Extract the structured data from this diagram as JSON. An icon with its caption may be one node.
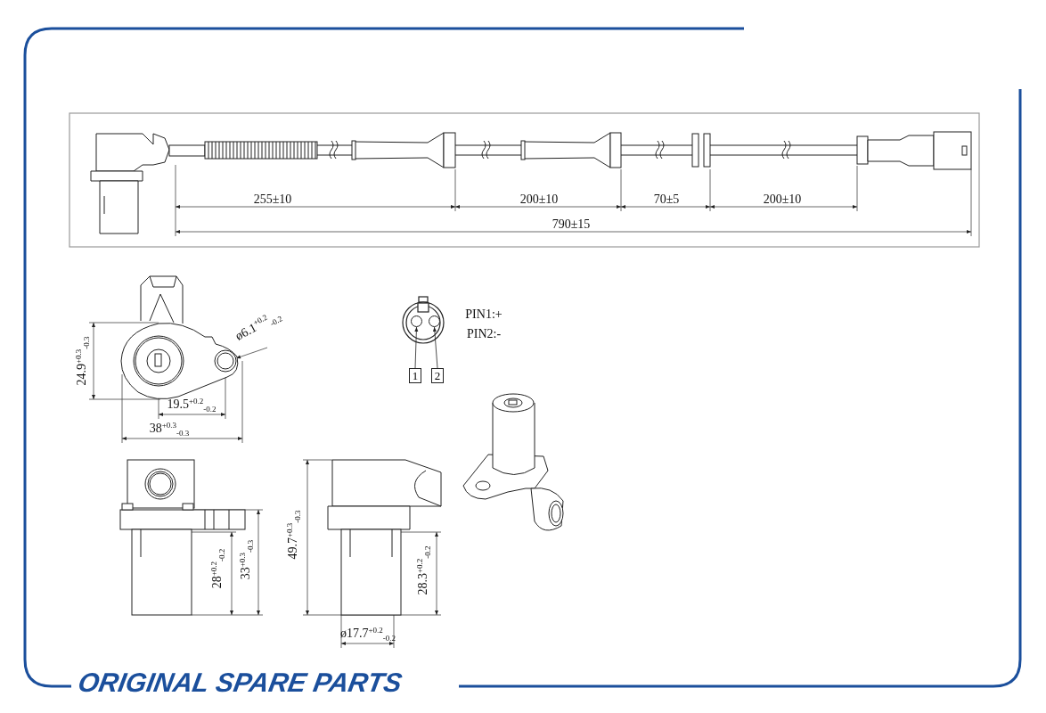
{
  "diagram": {
    "nodes": [
      {
        "text": [
          "1"
        ]
      },
      {
        "text": [
          "2"
        ]
      },
      {
        "text": [],
        "shape": "circle"
      },
      {
        "text": [],
        "shape": "circle"
      }
    ],
    "edges": [
      {
        "from": 0,
        "to": 2,
        "arrow": "to"
      },
      {
        "from": 1,
        "to": 3,
        "arrow": "to"
      }
    ],
    "labels": [
      "255±10",
      "200±10",
      "70±5",
      "200±10",
      "790±15",
      "24.9$^{+0.3}$$_{-0.3}$",
      "ø6.1$^{+0.2}$$_{-0.2}$",
      "19.5$^{+0.2}$$_{-0.2}$",
      "38$^{+0.3}$$_{-0.3}$",
      "PIN1:+",
      "PIN2:-",
      "28$^{+0.2}$$_{-0.2}$",
      "33$^{+0.3}$$_{-0.3}$",
      "49.7$^{+0.3}$$_{-0.3}$",
      "28.3$^{+0.2}$$_{-0.2}$",
      "ø17.7$^{+0.2}$$_{-0.2}$",
      "ORIGINAL SPARE PARTS"
    ]
  }
}
